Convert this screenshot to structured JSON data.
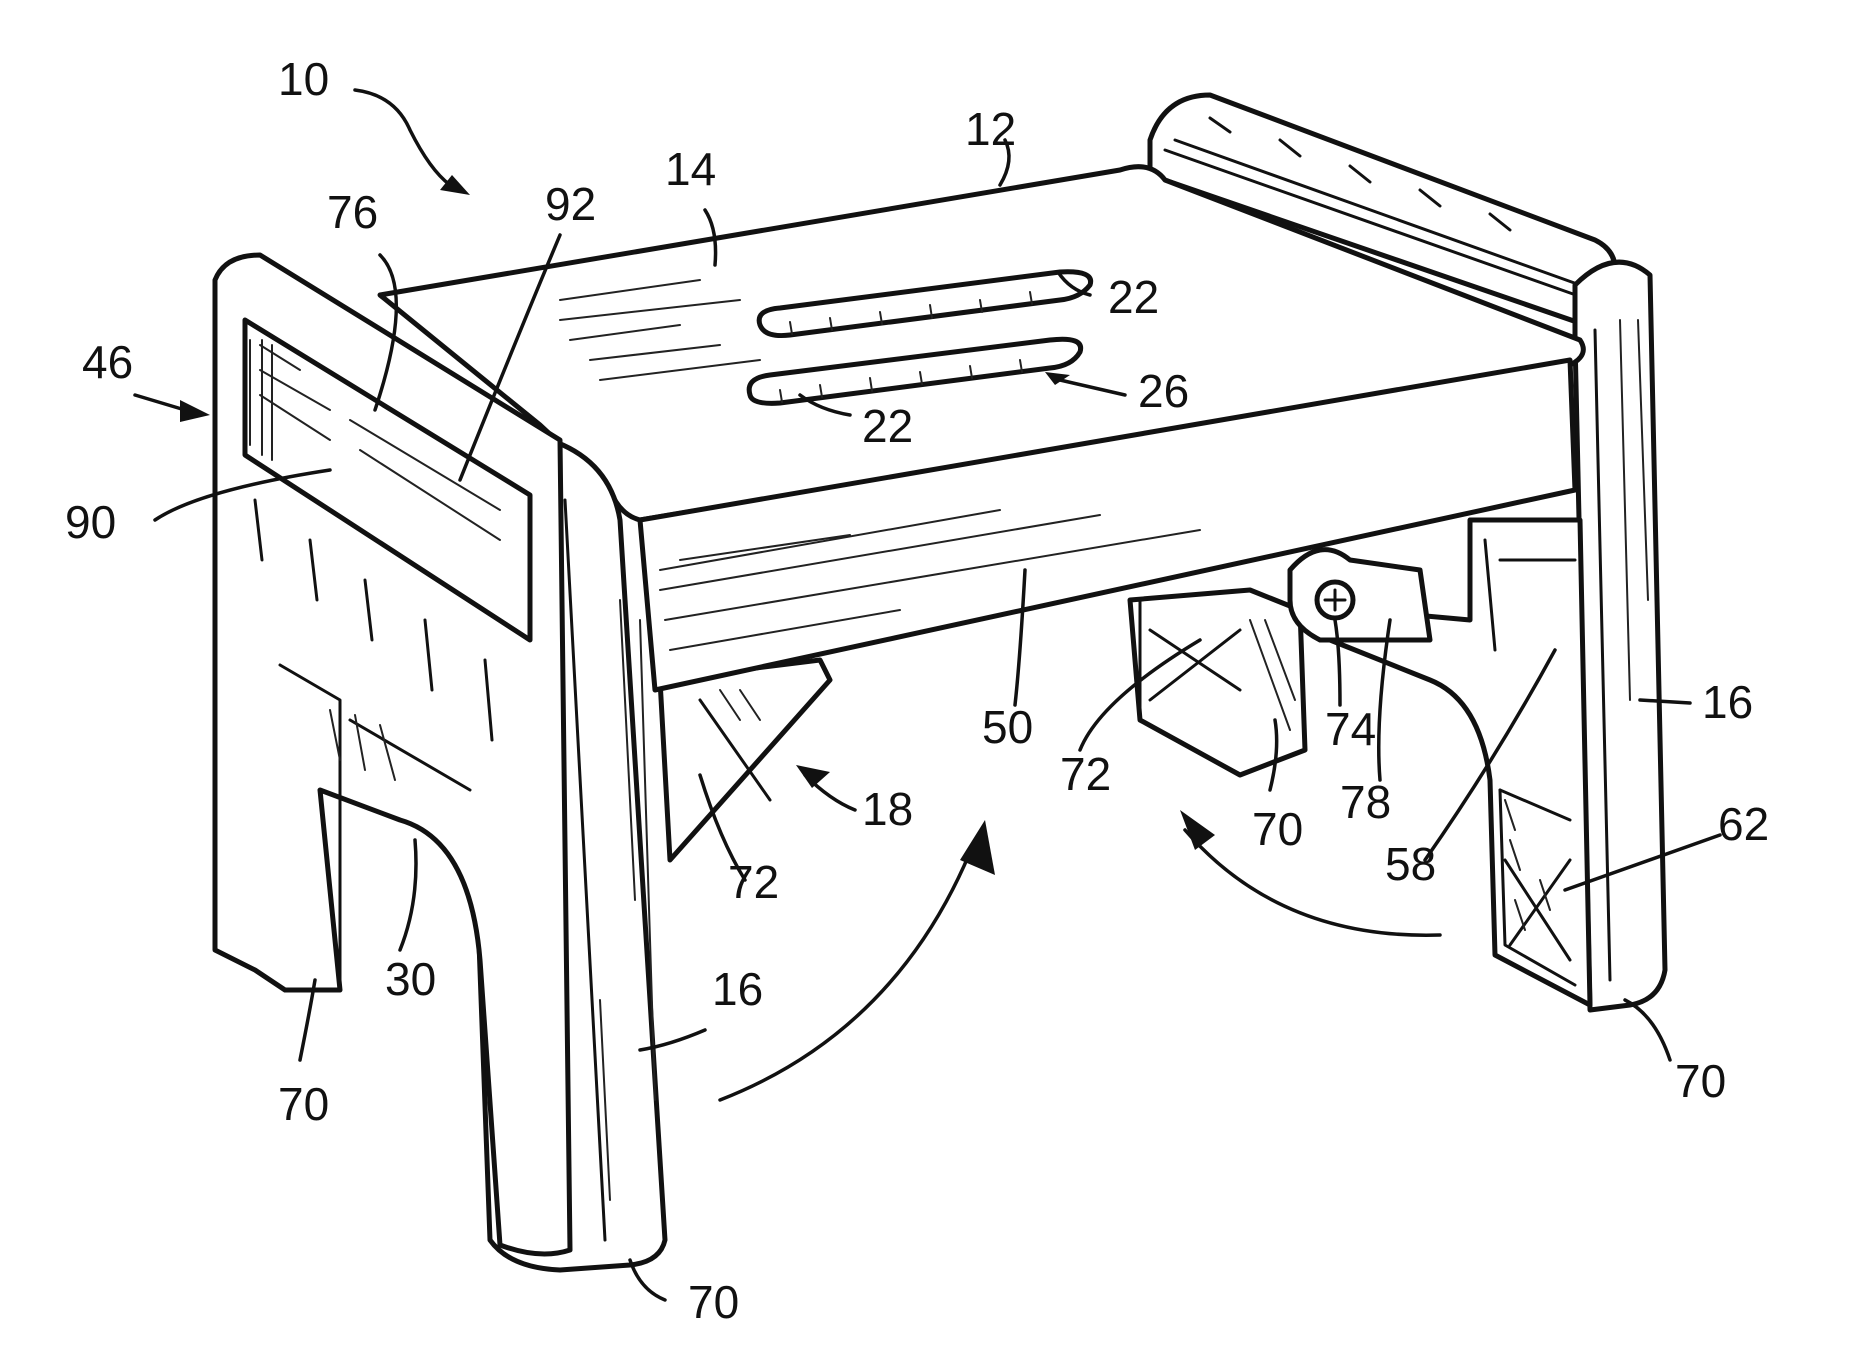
{
  "figure": {
    "labels": [
      {
        "id": "ref-10",
        "text": "10"
      },
      {
        "id": "ref-12",
        "text": "12"
      },
      {
        "id": "ref-14",
        "text": "14"
      },
      {
        "id": "ref-76",
        "text": "76"
      },
      {
        "id": "ref-92",
        "text": "92"
      },
      {
        "id": "ref-46",
        "text": "46"
      },
      {
        "id": "ref-90",
        "text": "90"
      },
      {
        "id": "ref-22-upper",
        "text": "22"
      },
      {
        "id": "ref-22-lower",
        "text": "22"
      },
      {
        "id": "ref-26",
        "text": "26"
      },
      {
        "id": "ref-50",
        "text": "50"
      },
      {
        "id": "ref-72-center",
        "text": "72"
      },
      {
        "id": "ref-74",
        "text": "74"
      },
      {
        "id": "ref-16-right",
        "text": "16"
      },
      {
        "id": "ref-78",
        "text": "78"
      },
      {
        "id": "ref-18",
        "text": "18"
      },
      {
        "id": "ref-70-center",
        "text": "70"
      },
      {
        "id": "ref-62",
        "text": "62"
      },
      {
        "id": "ref-58",
        "text": "58"
      },
      {
        "id": "ref-72-left",
        "text": "72"
      },
      {
        "id": "ref-30",
        "text": "30"
      },
      {
        "id": "ref-16-front",
        "text": "16"
      },
      {
        "id": "ref-70-back-left",
        "text": "70"
      },
      {
        "id": "ref-70-front",
        "text": "70"
      },
      {
        "id": "ref-70-right",
        "text": "70"
      }
    ]
  }
}
